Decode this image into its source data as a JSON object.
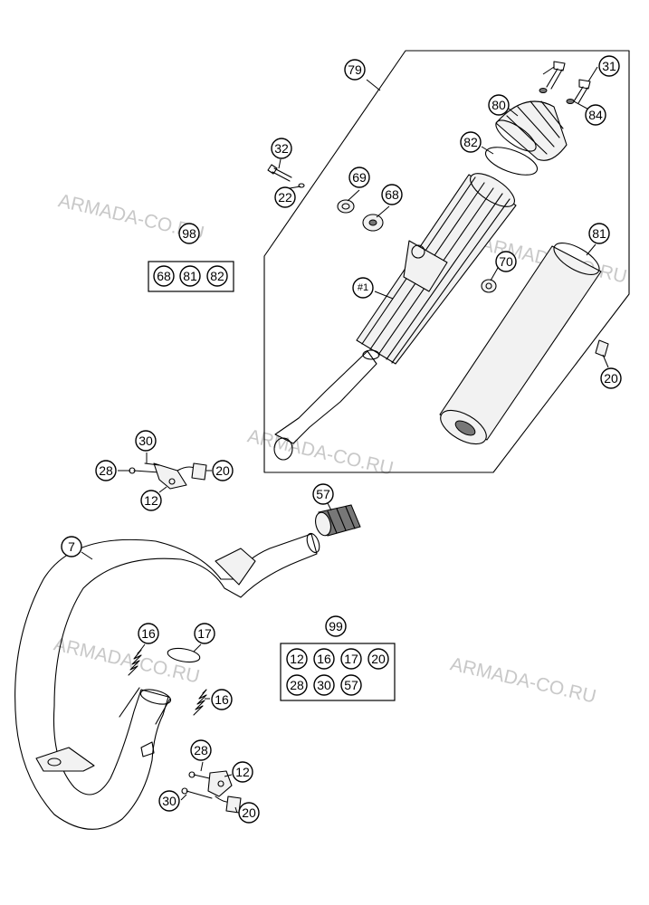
{
  "watermark": "ARMADA-CO.RU",
  "callouts": {
    "p79": "79",
    "p31": "31",
    "p80": "80",
    "p84": "84",
    "p82": "82",
    "p32": "32",
    "p22": "22",
    "p69": "69",
    "p68": "68",
    "p81": "81",
    "p70": "70",
    "p1": "#1",
    "p20a": "20",
    "p30a": "30",
    "p28a": "28",
    "p20b": "20",
    "p12a": "12",
    "p57": "57",
    "p7": "7",
    "p16a": "16",
    "p17": "17",
    "p16b": "16",
    "p28b": "28",
    "p12b": "12",
    "p30b": "30",
    "p20c": "20"
  },
  "kit98": {
    "label": "98",
    "items": [
      "68",
      "81",
      "82"
    ]
  },
  "kit99": {
    "label": "99",
    "row1": [
      "12",
      "16",
      "17",
      "20"
    ],
    "row2": [
      "28",
      "30",
      "57"
    ]
  }
}
